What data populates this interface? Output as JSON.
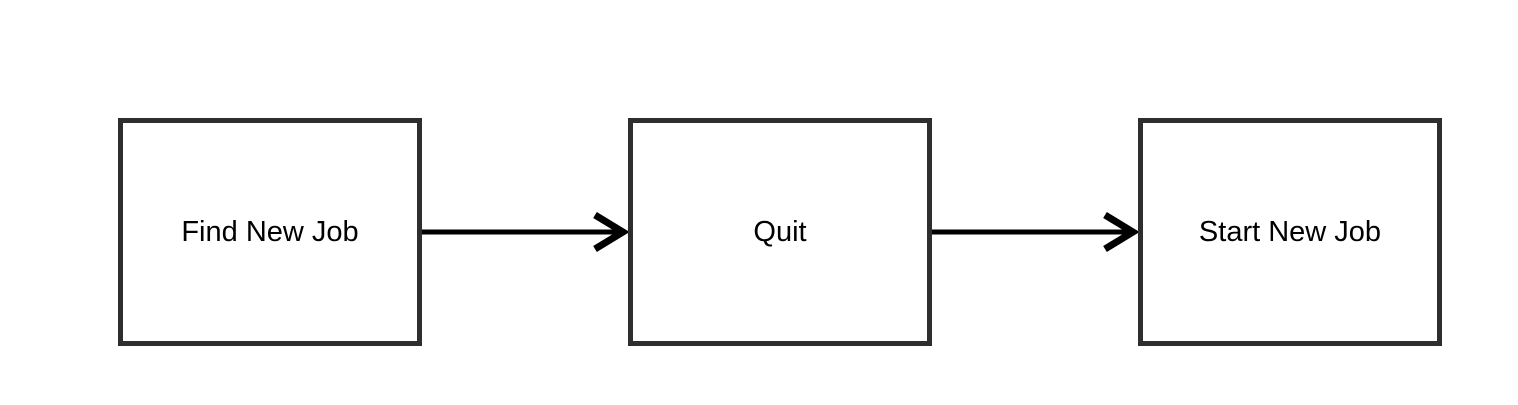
{
  "diagram": {
    "type": "flowchart",
    "direction": "left-to-right",
    "background_color": "#ffffff",
    "node_border_color": "#2e2e2e",
    "node_fill_color": "#ffffff",
    "node_text_color": "#000000",
    "arrow_color": "#000000",
    "nodes": [
      {
        "id": "find-new-job",
        "label": "Find New Job"
      },
      {
        "id": "quit",
        "label": "Quit"
      },
      {
        "id": "start-new-job",
        "label": "Start New Job"
      }
    ],
    "connectors": [
      {
        "from": "find-new-job",
        "to": "quit",
        "style": "arrow-right"
      },
      {
        "from": "quit",
        "to": "start-new-job",
        "style": "arrow-right"
      }
    ]
  }
}
